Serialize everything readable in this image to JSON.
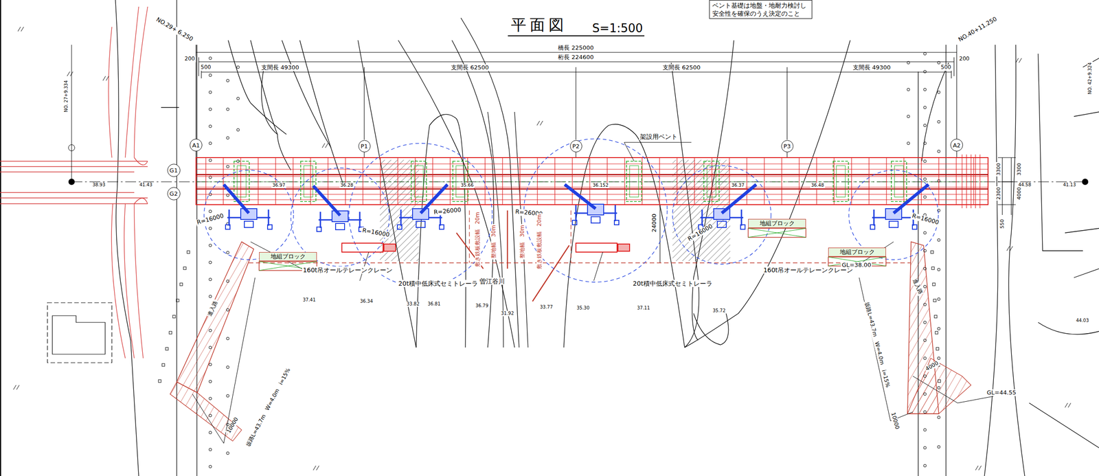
{
  "diagram": {
    "title": "平面図",
    "nodes": [
      {
        "text": [
          "ベント基礎は地盤・地耐力検討し 安全性を確保のうえ決定のこと"
        ]
      },
      {
        "text": [
          "A1"
        ]
      },
      {
        "text": [
          "P1"
        ]
      },
      {
        "text": [
          "P2"
        ]
      },
      {
        "text": [
          "P3"
        ]
      },
      {
        "text": [
          "A2"
        ]
      },
      {
        "text": [
          "G1"
        ]
      },
      {
        "text": [
          "G2"
        ]
      },
      {
        "text": [
          "地組ブロック"
        ]
      },
      {
        "text": [
          "地組ブロック"
        ]
      },
      {
        "text": [
          "地組ブロック"
        ]
      }
    ],
    "labels": [
      "S=1:500",
      "橋長 225000",
      "桁長 224600",
      "支間長 49300",
      "支間長 62500",
      "支間長 62500",
      "支間長 49300",
      "200",
      "500",
      "500",
      "200",
      "NO.29+ 6.250",
      "NO.40+11.250",
      "NO. 27+9.334",
      "NO. 42+9.324",
      "架設用ベント",
      "R=16000",
      "R=16000",
      "R=26000",
      "R=26000",
      "R=16000",
      "R=16000",
      "160t吊オールテレーンクレーン",
      "160t吊オールテレーンクレーン",
      "20t積中低床式セミトレーラ",
      "20t積中低床式セミトレーラ",
      "曽江谷川",
      "敷き鉄板敷設幅　20m",
      "整地幅　30m",
      "整地幅　30m",
      "敷き鉄板敷設幅　20m",
      "24000",
      "GL=38.00",
      "GL=44.55",
      "坂路L=43.7m　W=4.0m　i=15%",
      "坂路L=43.7m　W=4.0m　i=15%",
      "10000",
      "10000",
      "4000",
      "進入路",
      "進入路",
      "37.41",
      "36.34",
      "33.82",
      "36.81",
      "36.79",
      "31.92",
      "33.77",
      "35.30",
      "37.11",
      "35.72",
      "38.93",
      "41.43",
      "44.58",
      "41.13",
      "44.03",
      "36.97",
      "36.28",
      "35.66",
      "36.152",
      "36.37",
      "36.48",
      "3300",
      "3300",
      "2300",
      "4000",
      "550"
    ]
  }
}
